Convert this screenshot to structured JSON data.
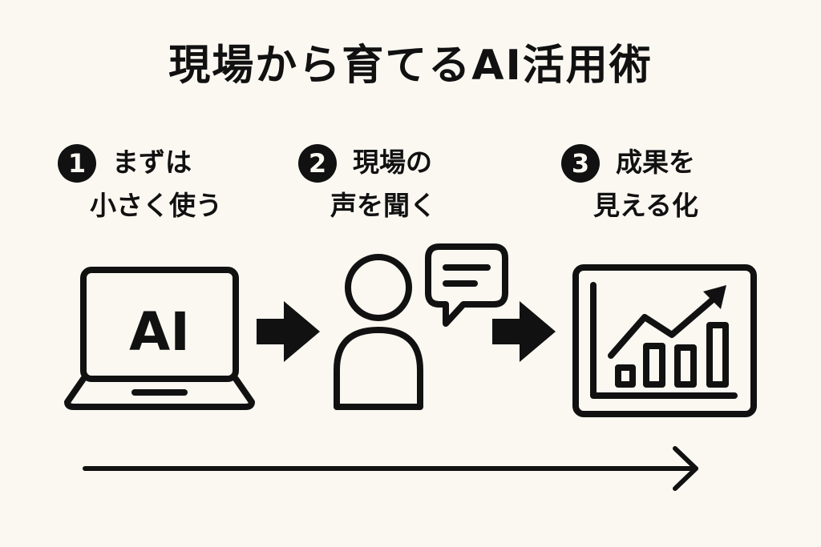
{
  "title": "現場から育てるAI活用術",
  "steps": [
    {
      "number": "1",
      "line1": "まずは",
      "line2": "小さく使う"
    },
    {
      "number": "2",
      "line1": "現場の",
      "line2": "声を聞く"
    },
    {
      "number": "3",
      "line1": "成果を",
      "line2": "見える化"
    }
  ],
  "laptop_text": "AI",
  "icons": [
    "laptop-icon",
    "person-icon",
    "speech-bubble-icon",
    "growth-chart-icon",
    "arrow-right-icon"
  ],
  "colors": {
    "ink": "#111111",
    "background": "#fbf8f2"
  }
}
